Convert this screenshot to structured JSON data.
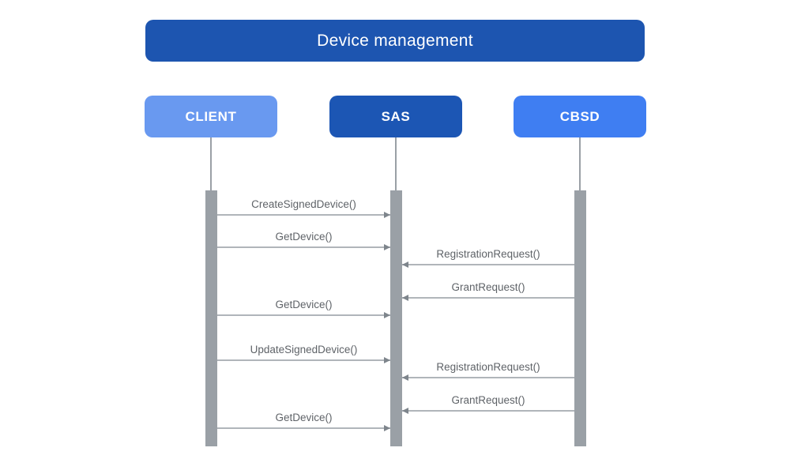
{
  "diagram": {
    "title": "Device management",
    "type": "sequence-diagram",
    "colors": {
      "background": "#ffffff",
      "title_bg": "#1d55b0",
      "title_text": "#ffffff",
      "actor_text": "#ffffff",
      "client_bg": "#6999f0",
      "sas_bg": "#1c56b4",
      "cbsd_bg": "#3f7ef2",
      "lifeline": "#9aa0a6",
      "activation_bar": "#9aa0a6",
      "arrow_line": "#b0b5ba",
      "arrow_head": "#7e858c",
      "message_text": "#5f6368"
    },
    "actors": [
      {
        "id": "client",
        "label": "CLIENT"
      },
      {
        "id": "sas",
        "label": "SAS"
      },
      {
        "id": "cbsd",
        "label": "CBSD"
      }
    ],
    "messages": [
      {
        "label": "CreateSignedDevice()",
        "from": "CLIENT",
        "to": "SAS"
      },
      {
        "label": "GetDevice()",
        "from": "CLIENT",
        "to": "SAS"
      },
      {
        "label": "RegistrationRequest()",
        "from": "CBSD",
        "to": "SAS"
      },
      {
        "label": "GrantRequest()",
        "from": "CBSD",
        "to": "SAS"
      },
      {
        "label": "GetDevice()",
        "from": "CLIENT",
        "to": "SAS"
      },
      {
        "label": "UpdateSignedDevice()",
        "from": "CLIENT",
        "to": "SAS"
      },
      {
        "label": "RegistrationRequest()",
        "from": "CBSD",
        "to": "SAS"
      },
      {
        "label": "GrantRequest()",
        "from": "CBSD",
        "to": "SAS"
      },
      {
        "label": "GetDevice()",
        "from": "CLIENT",
        "to": "SAS"
      }
    ]
  }
}
